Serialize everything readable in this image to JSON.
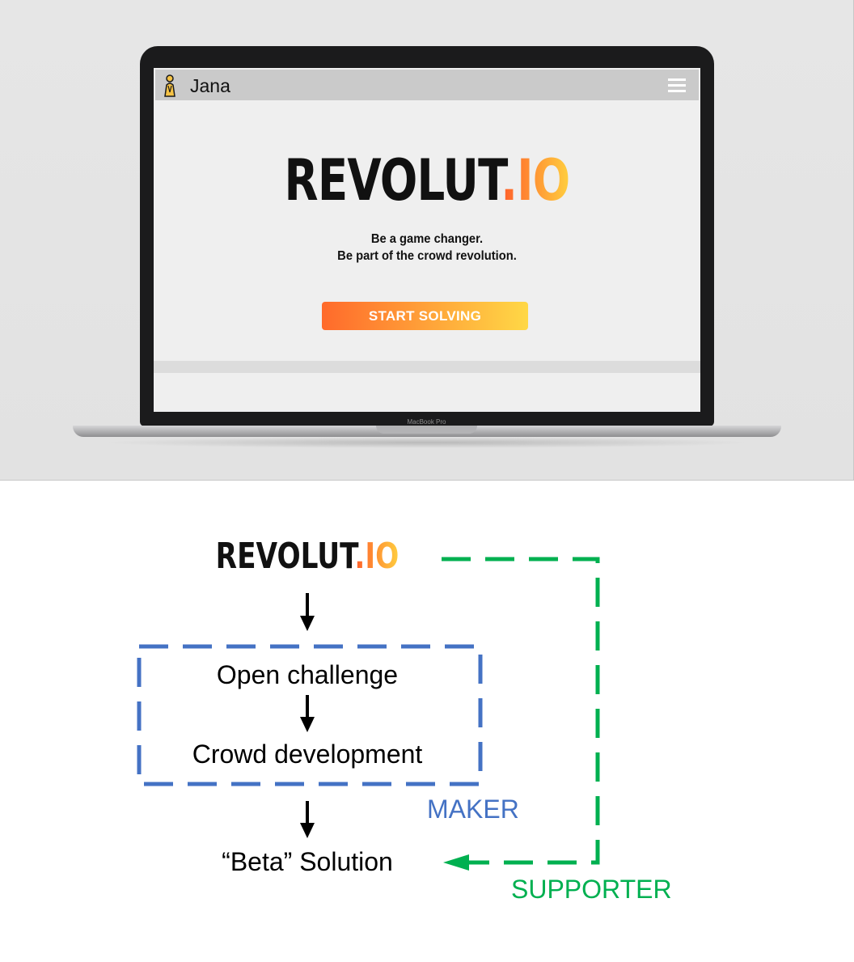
{
  "mockup": {
    "device_label": "MacBook Pro",
    "app": {
      "user": {
        "name": "Jana",
        "icon": "user-icon"
      },
      "menu_icon": "hamburger-menu-icon",
      "brand": {
        "main": "REVOLUT",
        "suffix": ".IO"
      },
      "tagline_line1": "Be a game changer.",
      "tagline_line2": "Be part of the crowd revolution.",
      "cta_label": "START SOLVING"
    }
  },
  "diagram": {
    "brand": {
      "main": "REVOLUT",
      "suffix": ".IO"
    },
    "steps": {
      "open_challenge": "Open challenge",
      "crowd_development": "Crowd development",
      "beta_solution": "“Beta” Solution"
    },
    "roles": {
      "maker": {
        "label": "MAKER",
        "color": "#4472c4"
      },
      "supporter": {
        "label": "SUPPORTER",
        "color": "#00b050"
      }
    }
  }
}
